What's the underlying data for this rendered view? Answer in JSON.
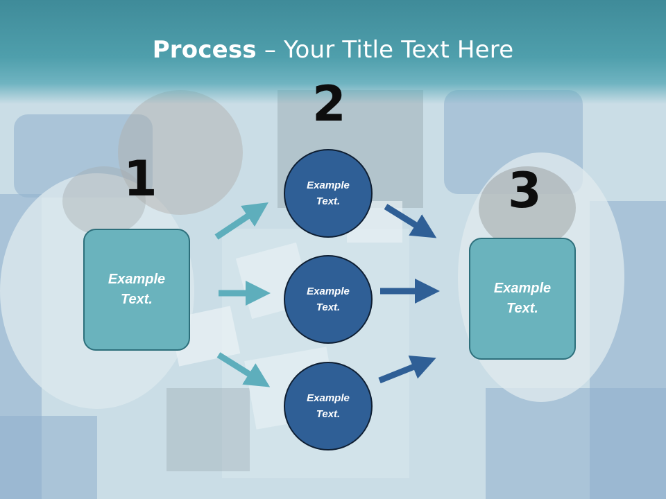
{
  "title": {
    "bold": "Process",
    "rest": " – Your Title Text Here"
  },
  "numbers": {
    "one": "1",
    "two": "2",
    "three": "3"
  },
  "left_box": {
    "line1": "Example",
    "line2": "Text."
  },
  "right_box": {
    "line1": "Example",
    "line2": "Text."
  },
  "circles": [
    {
      "line1": "Example",
      "line2": "Text."
    },
    {
      "line1": "Example",
      "line2": "Text."
    },
    {
      "line1": "Example",
      "line2": "Text."
    }
  ],
  "colors": {
    "title_band": "#4f9fac",
    "box_fill": "#6ab3bd",
    "circle_fill": "#2f5f96",
    "arrow_light": "#5eaebc",
    "arrow_dark": "#2f5f96"
  }
}
